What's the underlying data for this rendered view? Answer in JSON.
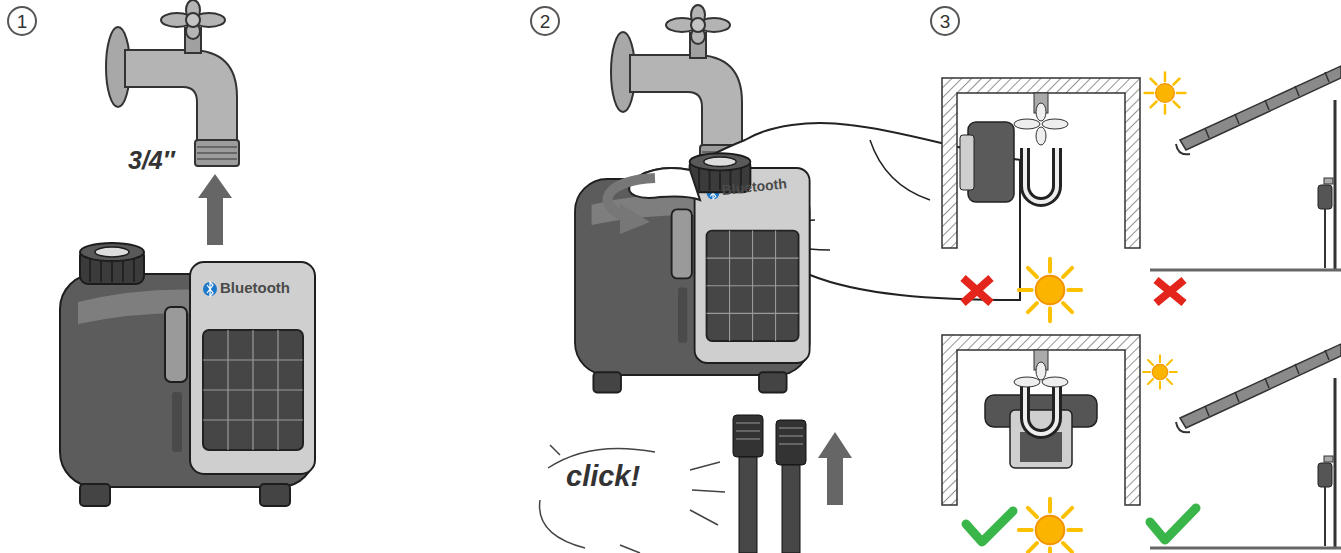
{
  "diagram": {
    "nodes": [
      {
        "text": [
          "1"
        ]
      },
      {
        "text": [
          "2"
        ]
      },
      {
        "text": [
          "3"
        ]
      }
    ],
    "labels": [
      "3/4″",
      "click!",
      "Bluetooth",
      "Bluetooth"
    ]
  }
}
